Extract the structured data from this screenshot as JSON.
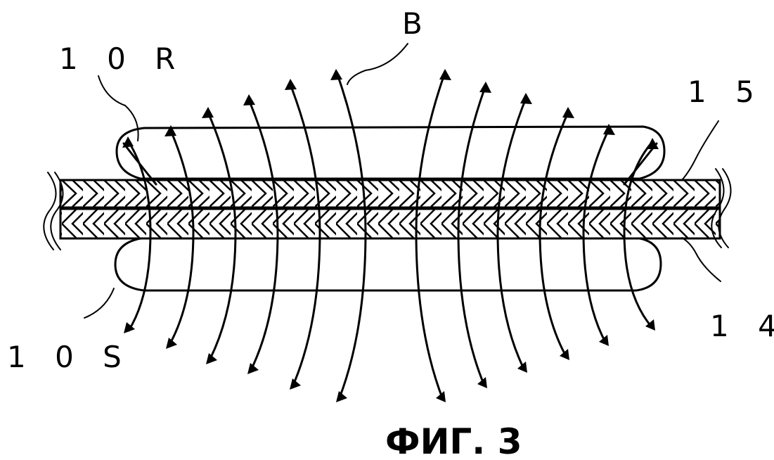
{
  "labels": {
    "field": "B",
    "upper_coil": "1 0 R",
    "lower_coil": "1 0 S",
    "upper_layer": "1 5",
    "lower_layer": "1 4"
  },
  "caption": "ФИГ. 3"
}
